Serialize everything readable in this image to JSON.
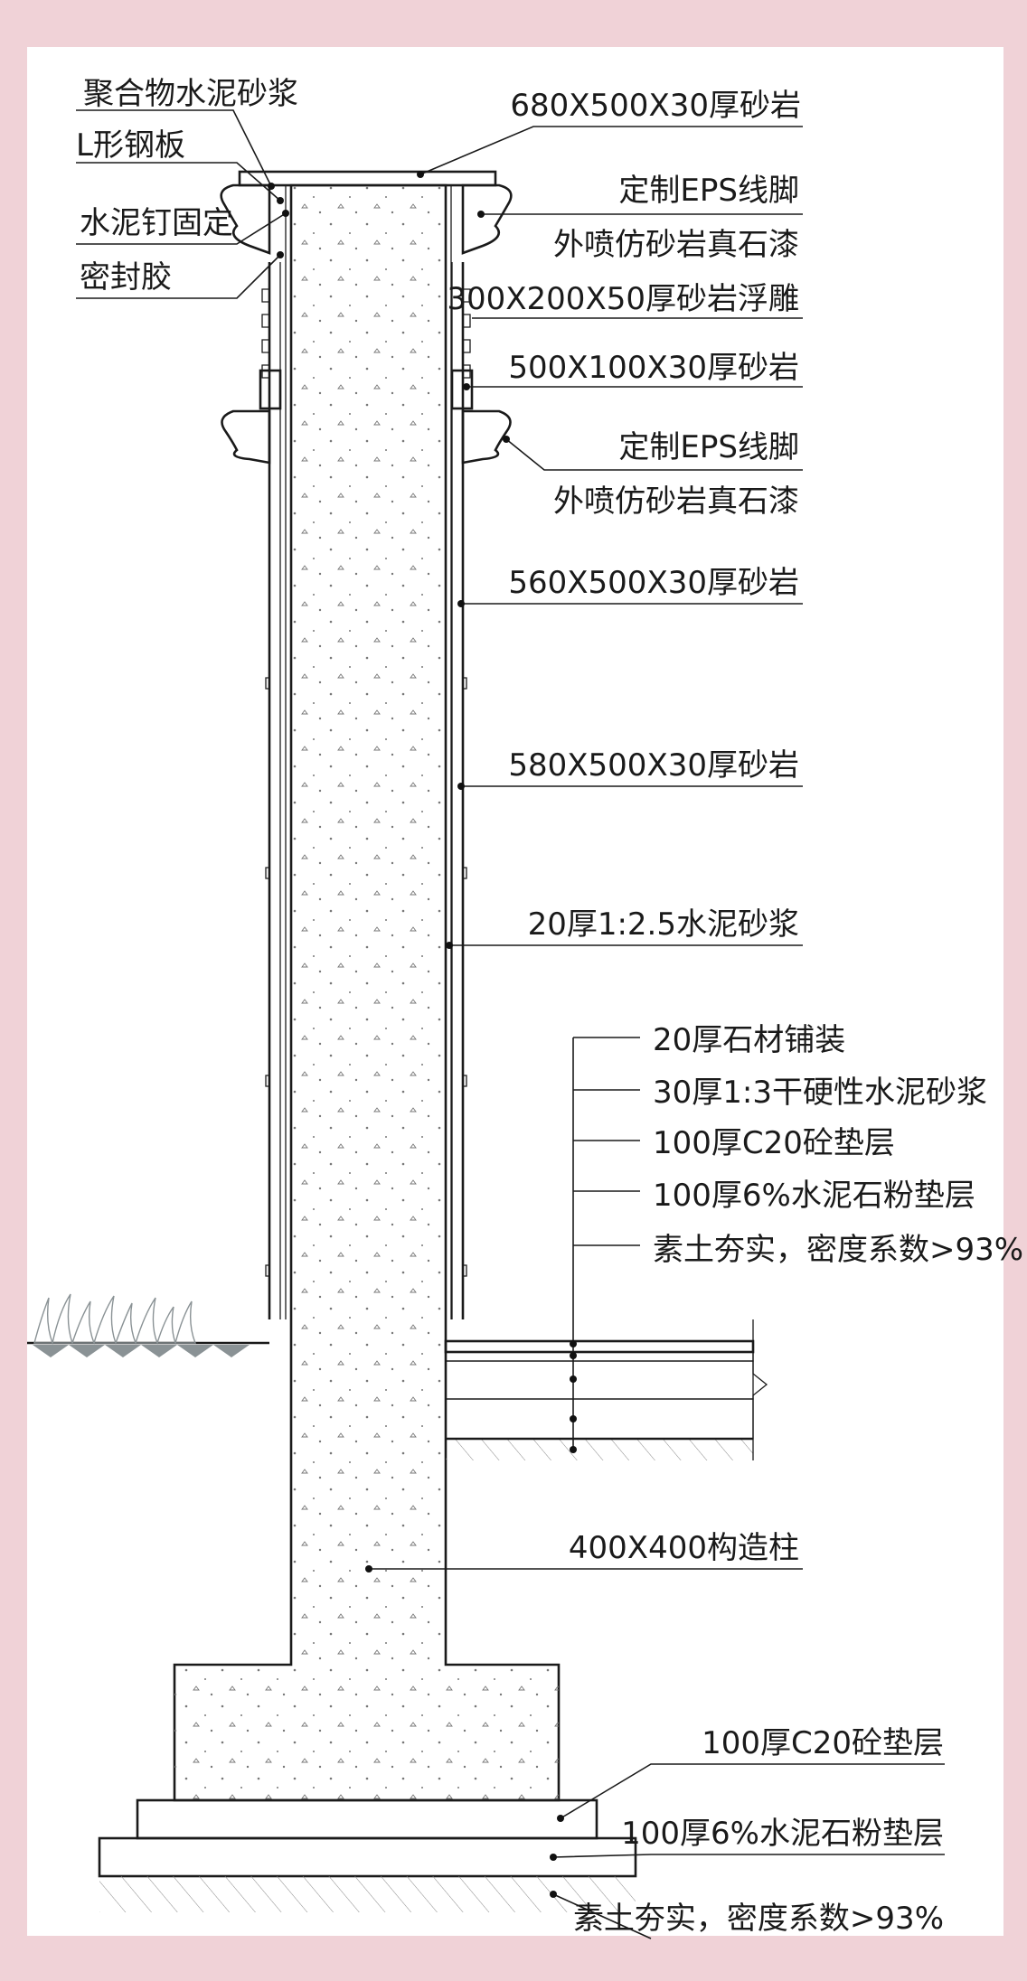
{
  "colors": {
    "background": "#f0d2d7",
    "paper": "#ffffff",
    "line": "#1a1a1a",
    "grass": "#8a9295"
  },
  "labels_left": {
    "polymer_mortar": "聚合物水泥砂浆",
    "l_steel_plate": "L形钢板",
    "cement_nail": "水泥钉固定",
    "sealant": "密封胶"
  },
  "labels_right": {
    "cap_stone": "680X500X30厚砂岩",
    "eps_skirting_1": "定制EPS线脚",
    "spray_finish_1": "外喷仿砂岩真石漆",
    "relief_panel": "300X200X50厚砂岩浮雕",
    "band_stone": "500X100X30厚砂岩",
    "eps_skirting_2": "定制EPS线脚",
    "spray_finish_2": "外喷仿砂岩真石漆",
    "cladding_560": "560X500X30厚砂岩",
    "cladding_580": "580X500X30厚砂岩",
    "mortar_bed": "20厚1:2.5水泥砂浆"
  },
  "paving_layers": [
    "20厚石材铺装",
    "30厚1:3干硬性水泥砂浆",
    "100厚C20砼垫层",
    "100厚6%水泥石粉垫层",
    "素土夯实，密度系数>93%"
  ],
  "column_label": "400X400构造柱",
  "footing_layers": [
    "100厚C20砼垫层",
    "100厚6%水泥石粉垫层",
    "素土夯实，密度系数>93%"
  ],
  "icons": [
    "grass-icon",
    "leader-dot-icon",
    "break-line-icon"
  ]
}
